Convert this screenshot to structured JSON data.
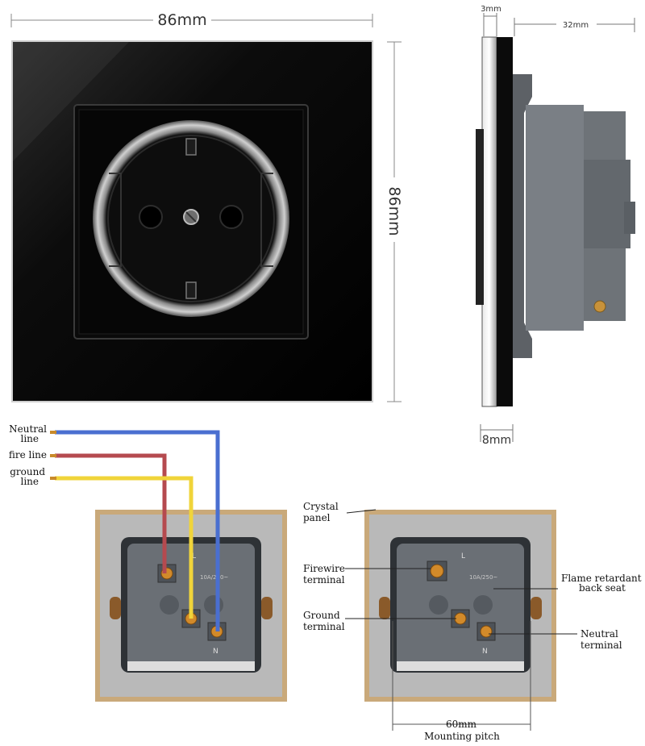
{
  "dimensions": {
    "front_width": "86mm",
    "front_height": "86mm",
    "glass_thickness": "3mm",
    "depth": "32mm",
    "frame_thickness": "8mm",
    "mounting_pitch": "60mm",
    "mounting_pitch_caption": "Mounting pitch"
  },
  "wires": {
    "neutral": {
      "label_line1": "Neutral",
      "label_line2": "line",
      "color": "#4a6fd0"
    },
    "fire": {
      "label": "fire line",
      "color": "#b54a4f"
    },
    "ground": {
      "label_line1": "ground",
      "label_line2": "line",
      "color": "#f0d43a"
    }
  },
  "back_labels": {
    "crystal_panel": [
      "Crystal",
      "panel"
    ],
    "firewire_terminal": [
      "Firewire",
      "terminal"
    ],
    "ground_terminal": [
      "Ground",
      "terminal"
    ],
    "flame_back_seat": [
      "Flame retardant",
      "back seat"
    ],
    "neutral_terminal": [
      "Neutral",
      "terminal"
    ]
  },
  "terminal_marks": {
    "live": "L",
    "neutral": "N",
    "rating": "10A/250~"
  },
  "colors": {
    "panel_black": "#050505",
    "frame_gold": "#c9a97a",
    "back_gray": "#b9b9b9",
    "housing_gray": "#6d7277"
  }
}
